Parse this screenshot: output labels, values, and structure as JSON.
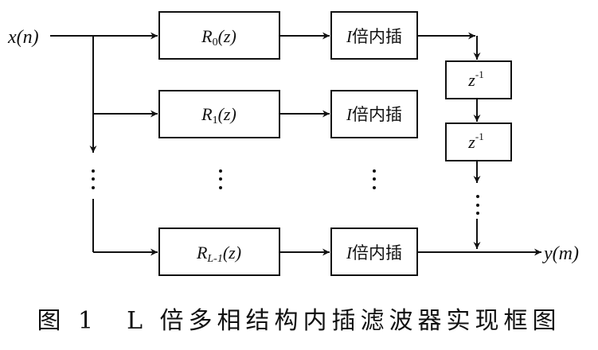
{
  "input_label": "x(n)",
  "output_label": "y(m)",
  "filters": [
    {
      "base": "R",
      "sub": "0",
      "arg": "(z)"
    },
    {
      "base": "R",
      "sub": "1",
      "arg": "(z)"
    },
    {
      "base": "R",
      "sub": "L-1",
      "arg": "(z)"
    }
  ],
  "interp": {
    "italic": "I",
    "text": "倍内插"
  },
  "delay": {
    "base": "z",
    "sup": "-1"
  },
  "ellipsis": "⋮",
  "caption": "图 1　L 倍多相结构内插滤波器实现框图"
}
